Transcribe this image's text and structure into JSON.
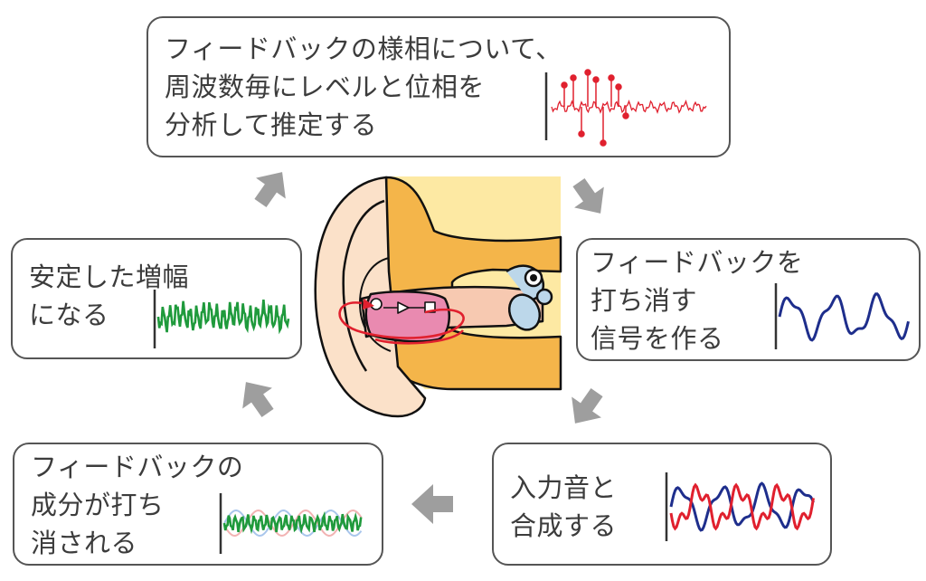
{
  "steps": {
    "estimate": {
      "lines": [
        "フィードバックの様相について、",
        "周波数毎にレベルと位相を",
        "分析して推定する"
      ]
    },
    "generate": {
      "lines": [
        "フィードバックを",
        "打ち消す",
        "信号を作る"
      ]
    },
    "combine": {
      "lines": [
        "入力音と",
        "合成する"
      ]
    },
    "cancel": {
      "lines": [
        "フィードバックの",
        "成分が打ち",
        "消される"
      ]
    },
    "stable": {
      "lines": [
        "安定した増幅",
        "になる"
      ]
    }
  },
  "colors": {
    "arrow": "#9e9e9e",
    "box_border": "#555555",
    "text": "#3c3c3c",
    "estimate_wave": "#e0202e",
    "generate_wave": "#1e2e8c",
    "stable_wave": "#1f9a3c",
    "skin": "#fbe1c9",
    "cartilage": "#f4b54a",
    "bone": "#fde9a3",
    "canal": "#f7c9b1",
    "hearing_aid": "#e98ab0",
    "feedback_loop": "#e0202e"
  },
  "cycle_arrow_icon": "gray-chevron-arrow",
  "center_illustration": "ear-cross-section-with-hearing-aid"
}
